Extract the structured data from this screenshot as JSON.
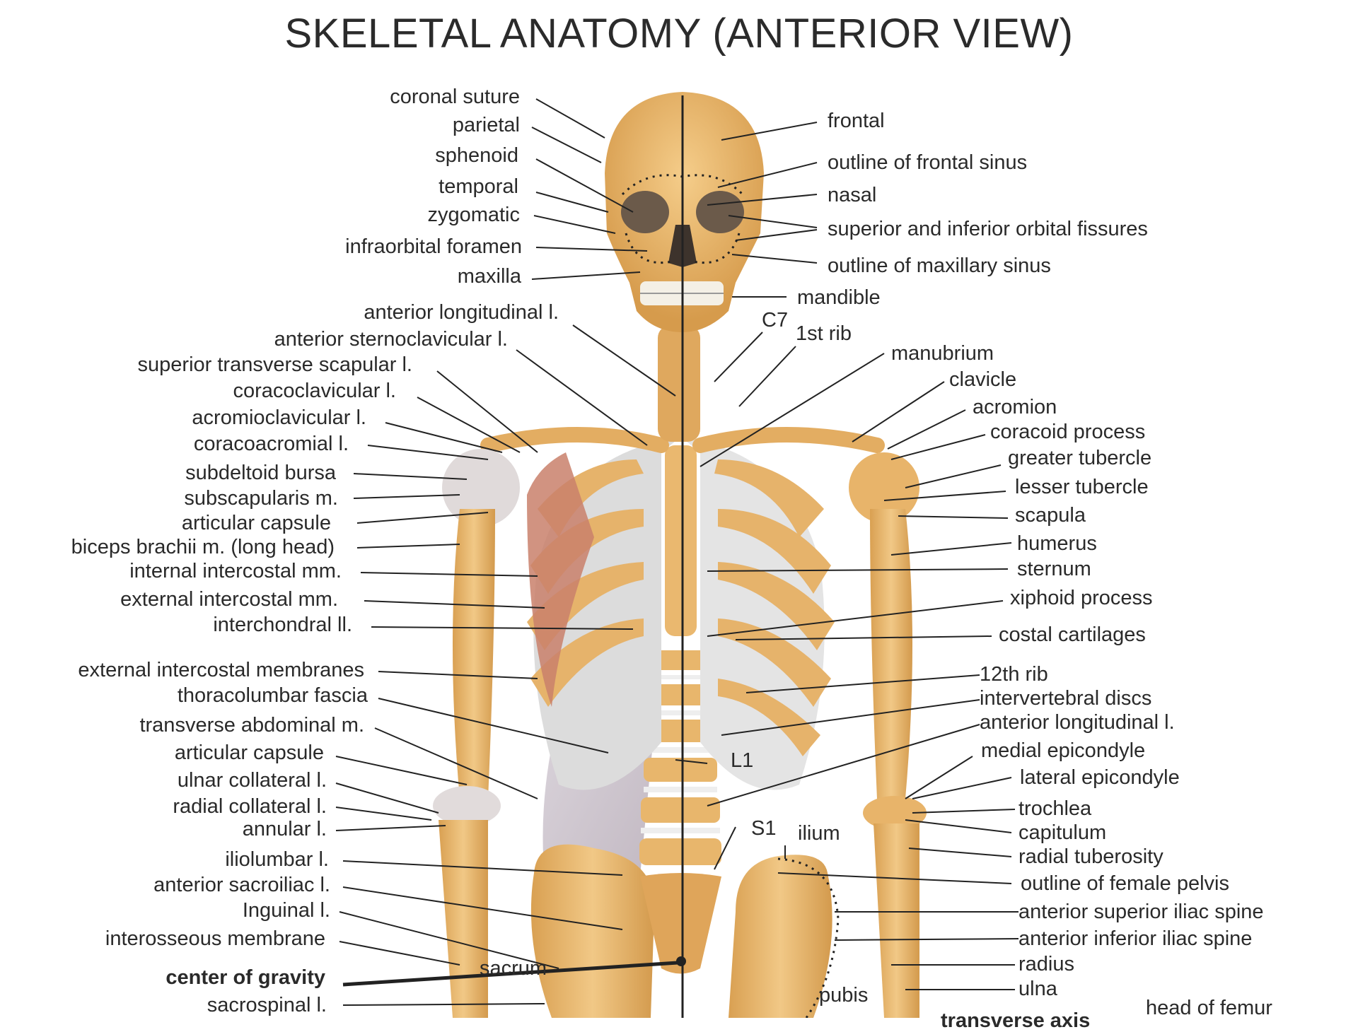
{
  "title": "SKELETAL ANATOMY (ANTERIOR VIEW)",
  "colors": {
    "bone": "#e9b66a",
    "bone_dark": "#c98f42",
    "cartilage": "#e6e6e6",
    "muscle": "#c9806b",
    "line": "#222222",
    "fascia": "#c5bcc6"
  },
  "labels_left": [
    "coronal suture",
    "parietal",
    "sphenoid",
    "temporal",
    "zygomatic",
    "infraorbital foramen",
    "maxilla",
    "anterior longitudinal l.",
    "anterior sternoclavicular l.",
    "superior transverse scapular l.",
    "coracoclavicular l.",
    "acromioclavicular l.",
    "coracoacromial l.",
    "subdeltoid bursa",
    "subscapularis m.",
    "articular capsule",
    "biceps brachii m. (long head)",
    "internal intercostal mm.",
    "external intercostal mm.",
    "interchondral ll.",
    "external intercostal membranes",
    "thoracolumbar fascia",
    "transverse abdominal m.",
    "articular capsule",
    "ulnar collateral l.",
    "radial collateral l.",
    "annular l.",
    "iliolumbar l.",
    "anterior sacroiliac l.",
    "Inguinal l.",
    "interosseous membrane",
    "center of gravity",
    "sacrospinal l."
  ],
  "labels_right": [
    "frontal",
    "outline of frontal sinus",
    "nasal",
    "superior and inferior orbital fissures",
    "outline of maxillary sinus",
    "mandible",
    "C7",
    "1st rib",
    "manubrium",
    "clavicle",
    "acromion",
    "coracoid process",
    "greater tubercle",
    "lesser tubercle",
    "scapula",
    "humerus",
    "sternum",
    "xiphoid process",
    "costal cartilages",
    "12th rib",
    "intervertebral discs",
    "anterior longitudinal l.",
    "medial epicondyle",
    "lateral epicondyle",
    "trochlea",
    "capitulum",
    "radial tuberosity",
    "outline of female pelvis",
    "anterior superior iliac spine",
    "anterior inferior iliac spine",
    "radius",
    "ulna",
    "head of femur"
  ],
  "labels_inner": [
    "L1",
    "S1",
    "ilium",
    "sacrum",
    "pubis",
    "transverse axis"
  ]
}
